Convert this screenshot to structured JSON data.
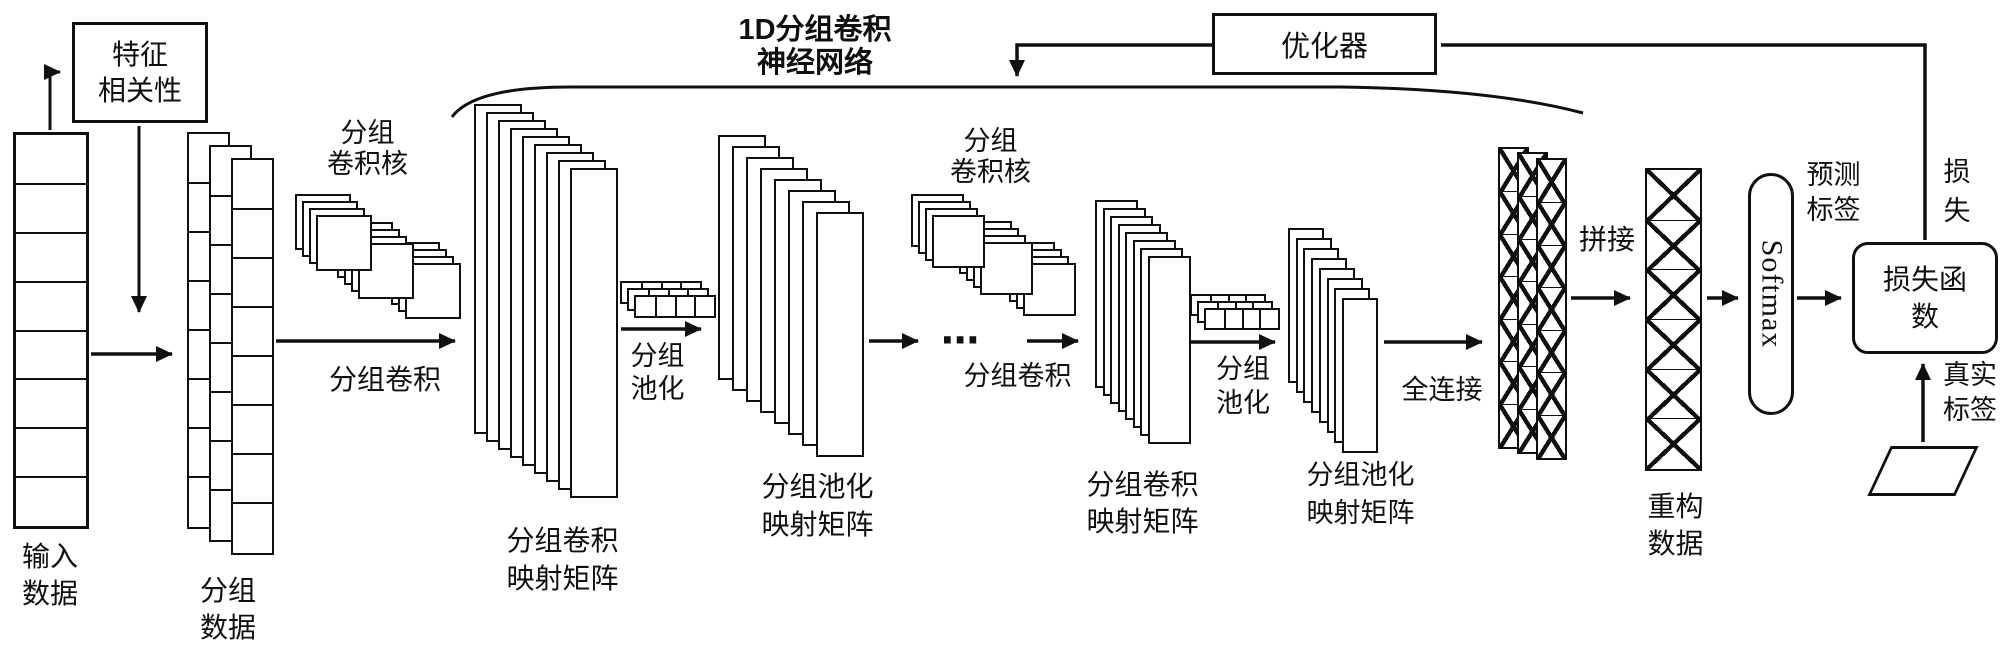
{
  "colors": {
    "ink": "#101010",
    "background": "#ffffff"
  },
  "title": {
    "line1": "1D分组卷积",
    "line2": "神经网络"
  },
  "optimizer": {
    "label": "优化器"
  },
  "feature_correlation": {
    "line1": "特征",
    "line2": "相关性"
  },
  "input_data": {
    "line1": "输入",
    "line2": "数据"
  },
  "grouped_data": {
    "line1": "分组",
    "line2": "数据"
  },
  "stage1": {
    "kernel_label": {
      "line1": "分组",
      "line2": "卷积核"
    },
    "conv_arrow_label": "分组卷积",
    "conv_matrix_label": {
      "line1": "分组卷积",
      "line2": "映射矩阵"
    },
    "pool_arrow_label": {
      "line1": "分组",
      "line2": "池化"
    },
    "pool_matrix_label": {
      "line1": "分组池化",
      "line2": "映射矩阵"
    }
  },
  "ellipsis": "⋯",
  "stage2": {
    "kernel_label": {
      "line1": "分组",
      "line2": "卷积核"
    },
    "conv_arrow_label": "分组卷积",
    "conv_matrix_label": {
      "line1": "分组卷积",
      "line2": "映射矩阵"
    },
    "pool_arrow_label": {
      "line1": "分组",
      "line2": "池化"
    },
    "pool_matrix_label": {
      "line1": "分组池化",
      "line2": "映射矩阵"
    }
  },
  "fully_connected_label": "全连接",
  "concat_label": "拼接",
  "reconstructed_data": {
    "line1": "重构",
    "line2": "数据"
  },
  "softmax_label": "Softmax",
  "predicted_label": {
    "line1": "预测",
    "line2": "标签"
  },
  "loss_label": {
    "line1": "损",
    "line2": "失"
  },
  "loss_function": {
    "line1": "损失函",
    "line2": "数"
  },
  "true_label": {
    "line1": "真实",
    "line2": "标签"
  },
  "figures": {
    "input_column": {
      "cells": 8
    },
    "grouped_columns": {
      "columns": 3,
      "cells": 8
    },
    "kernel_stacks": {
      "stacks": 3,
      "sheets": 4
    },
    "conv_matrix_1": {
      "sheets": 9
    },
    "pool_rows": {
      "rows": 3,
      "cells": 4
    },
    "pool_matrix_1": {
      "sheets": 8
    },
    "conv_matrix_2": {
      "sheets": 8
    },
    "pool_matrix_2": {
      "sheets": 8
    },
    "fc_columns": {
      "columns": 3,
      "cells": 7
    },
    "reconstructed_column": {
      "cells": 6
    }
  }
}
